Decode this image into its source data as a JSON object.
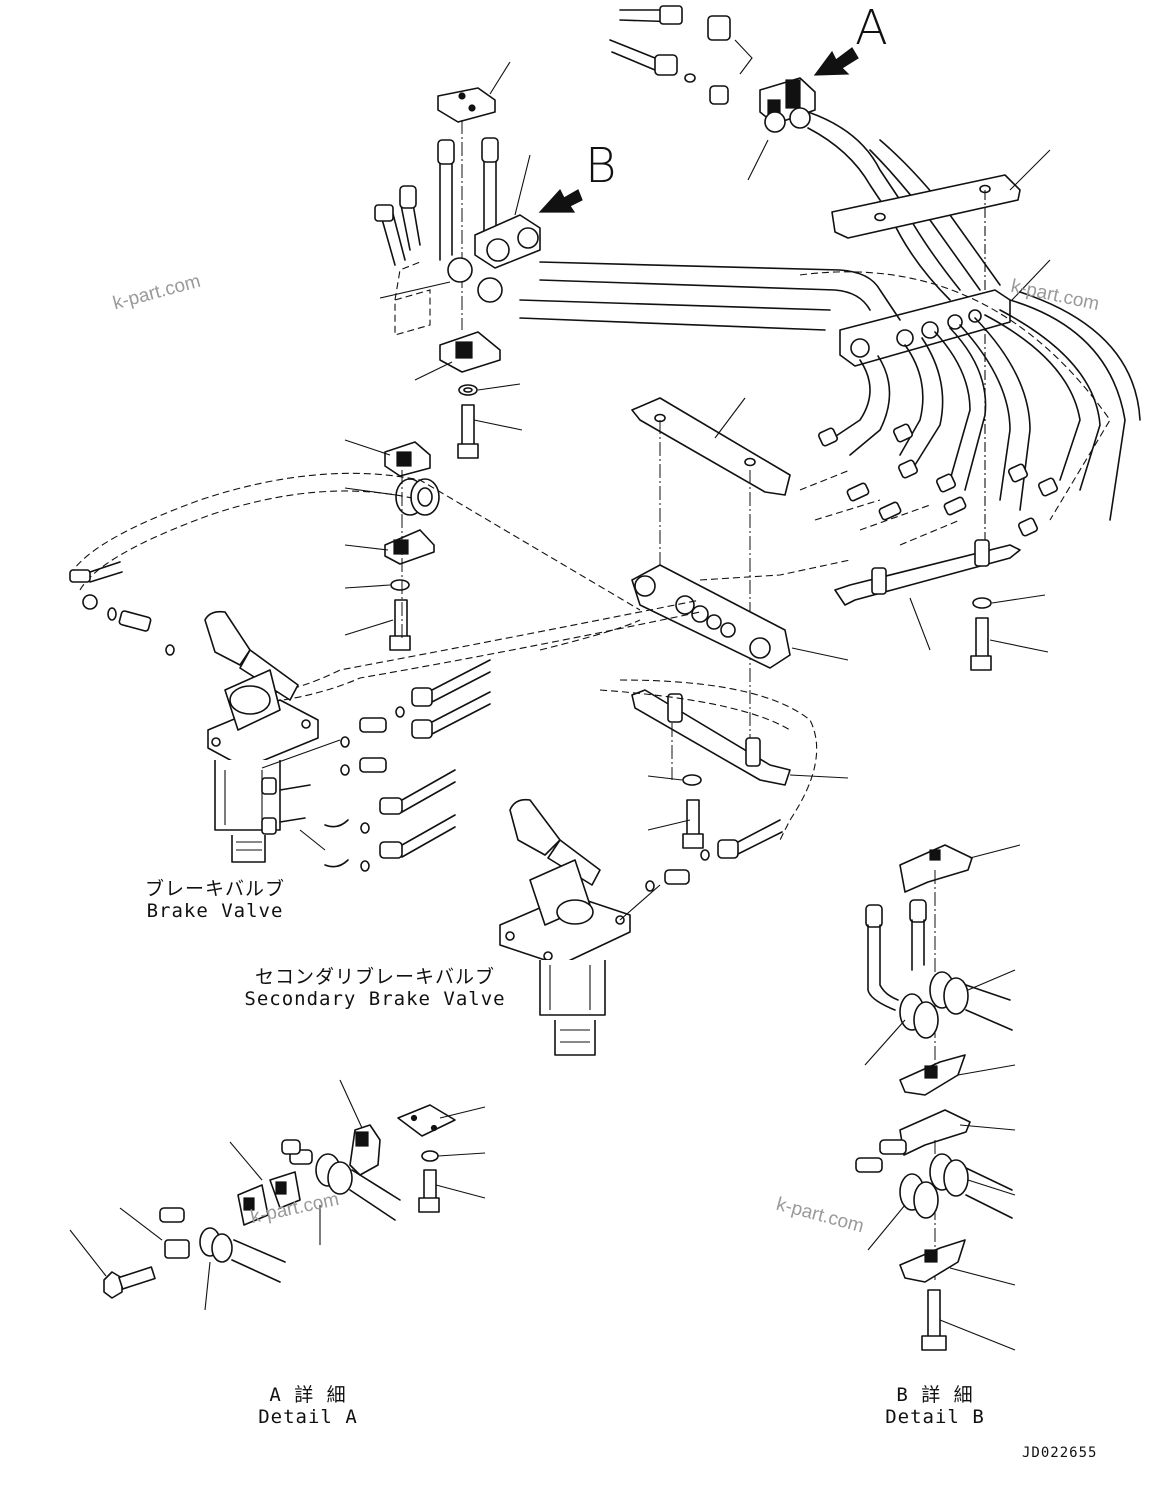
{
  "callouts": {
    "view_a": "A",
    "view_b": "B"
  },
  "labels": {
    "brake_valve_ja": "ブレーキバルブ",
    "brake_valve_en": "Brake Valve",
    "secondary_brake_valve_ja": "セコンダリブレーキバルブ",
    "secondary_brake_valve_en": "Secondary Brake Valve",
    "detail_a_ja": "A 詳 細",
    "detail_a_en": "Detail A",
    "detail_b_ja": "B 詳 細",
    "detail_b_en": "Detail B",
    "drawing_code": "JD022655"
  },
  "watermarks": [
    "k-part.com",
    "k-part.com",
    "k-part.com",
    "k-part.com"
  ]
}
